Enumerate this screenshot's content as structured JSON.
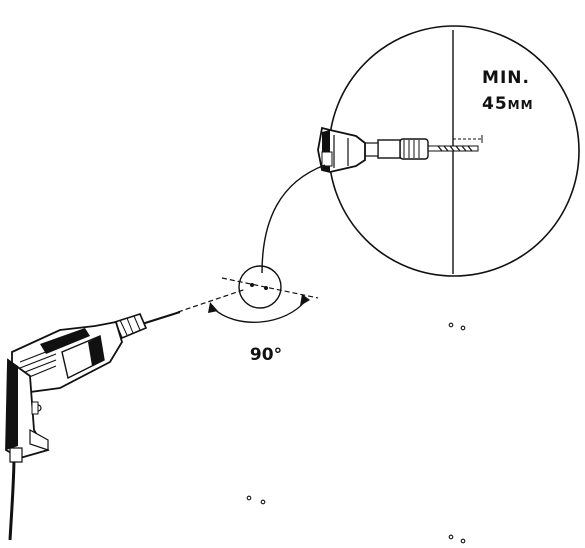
{
  "labels": {
    "min_line1": "MIN.",
    "min_line2": "45",
    "min_unit": "MM",
    "angle": "90°"
  },
  "colors": {
    "ink": "#111111",
    "paper": "#ffffff"
  },
  "icons": [
    "drill-icon",
    "drill-bit-icon",
    "drill-chuck-icon",
    "power-cord-icon"
  ]
}
